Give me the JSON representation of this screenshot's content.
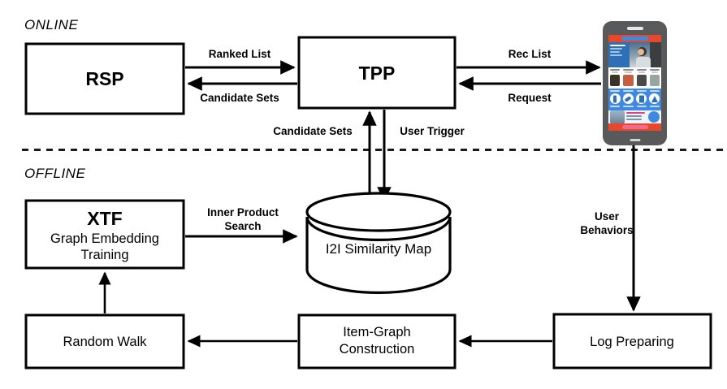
{
  "diagram": {
    "sections": [
      {
        "id": "online",
        "label": "ONLINE"
      },
      {
        "id": "offline",
        "label": "OFFLINE"
      }
    ],
    "nodes": {
      "rsp": {
        "title": "RSP"
      },
      "tpp": {
        "title": "TPP"
      },
      "xtf": {
        "title": "XTF",
        "sub1": "Graph Embedding",
        "sub2": "Training"
      },
      "similarity_map": {
        "title": "I2I Similarity Map"
      },
      "random_walk": {
        "title": "Random Walk"
      },
      "item_graph": {
        "line1": "Item-Graph",
        "line2": "Construction"
      },
      "log_preparing": {
        "title": "Log Preparing"
      },
      "phone": {
        "name": "mobile-device"
      }
    },
    "edges": [
      {
        "id": "rsp-to-tpp",
        "label": "Ranked List"
      },
      {
        "id": "tpp-to-rsp",
        "label": "Candidate Sets"
      },
      {
        "id": "tpp-to-phone",
        "label": "Rec List"
      },
      {
        "id": "phone-to-tpp",
        "label": "Request"
      },
      {
        "id": "map-to-tpp",
        "label": "Candidate Sets"
      },
      {
        "id": "tpp-to-map",
        "label": "User Trigger"
      },
      {
        "id": "xtf-to-map",
        "label1": "Inner Product",
        "label2": "Search"
      },
      {
        "id": "phone-to-log",
        "label1": "User",
        "label2": "Behaviors"
      },
      {
        "id": "log-to-itemgraph",
        "label": ""
      },
      {
        "id": "itemgraph-to-randomwalk",
        "label": ""
      },
      {
        "id": "randomwalk-to-xtf",
        "label": ""
      }
    ],
    "colors": {
      "stroke": "#000000",
      "background": "#ffffff",
      "phone_body": "#58595b",
      "app_accent_red": "#e8472b",
      "app_accent_blue": "#3f8ae0"
    }
  }
}
